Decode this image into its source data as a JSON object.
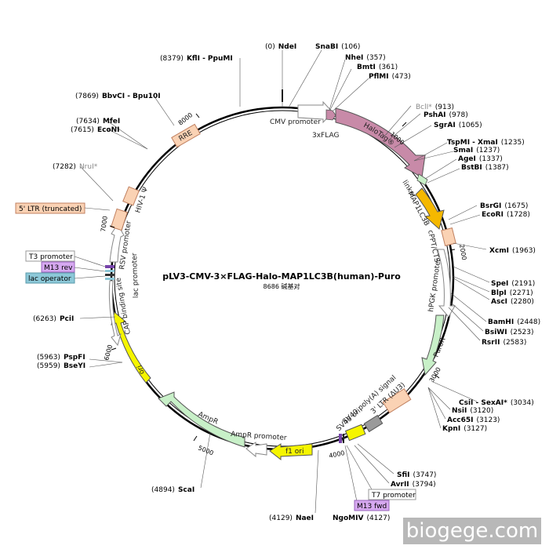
{
  "title": "pLV3-CMV-3×FLAG-Halo-MAP1LC3B(human)-Puro",
  "subtitle": "8686 碱基对",
  "watermark": "biogege.com",
  "colors": {
    "halo": "#c88aa8",
    "lc3": "#f5b800",
    "green": "#c8f0c8",
    "yellow": "#f5f500",
    "peach": "#fad2b4",
    "gray": "#9a9a9a",
    "lavender": "#d6a8f0",
    "teal": "#8cc8d8"
  },
  "ticks": [
    "1000",
    "2000",
    "3000",
    "4000",
    "5000",
    "6000",
    "7000",
    "8000"
  ],
  "features": [
    "CMV promoter",
    "3xFLAG",
    "HaloTag®",
    "linker",
    "MAP1LC3B",
    "cPPT/CTS",
    "hPGK promoter",
    "PuroR",
    "3' LTR (ΔU3)",
    "SV40 poly(A) signal",
    "SV40 ori",
    "f1 ori",
    "AmpR promoter",
    "AmpR",
    "ori",
    "CAP binding site",
    "lac promoter",
    "RSV promoter",
    "HIV-1 Ψ",
    "RRE"
  ],
  "sites": [
    {
      "name": "NdeI",
      "pos": "(0)"
    },
    {
      "name": "SnaBI",
      "pos": "(106)"
    },
    {
      "name": "NheI",
      "pos": "(357)"
    },
    {
      "name": "BmtI",
      "pos": "(361)"
    },
    {
      "name": "PflMI",
      "pos": "(473)"
    },
    {
      "name": "BclI*",
      "pos": "(913)"
    },
    {
      "name": "PshAI",
      "pos": "(978)"
    },
    {
      "name": "SgrAI",
      "pos": "(1065)"
    },
    {
      "name": "TspMI - XmaI",
      "pos": "(1235)"
    },
    {
      "name": "SmaI",
      "pos": "(1237)"
    },
    {
      "name": "AgeI",
      "pos": "(1337)"
    },
    {
      "name": "BstBI",
      "pos": "(1387)"
    },
    {
      "name": "BsrGI",
      "pos": "(1675)"
    },
    {
      "name": "EcoRI",
      "pos": "(1728)"
    },
    {
      "name": "XcmI",
      "pos": "(1963)"
    },
    {
      "name": "SpeI",
      "pos": "(2191)"
    },
    {
      "name": "BlpI",
      "pos": "(2271)"
    },
    {
      "name": "AscI",
      "pos": "(2280)"
    },
    {
      "name": "BamHI",
      "pos": "(2448)"
    },
    {
      "name": "BsiWI",
      "pos": "(2523)"
    },
    {
      "name": "RsrII",
      "pos": "(2583)"
    },
    {
      "name": "CsiI - SexAI*",
      "pos": "(3034)"
    },
    {
      "name": "NsiI",
      "pos": "(3120)"
    },
    {
      "name": "Acc65I",
      "pos": "(3123)"
    },
    {
      "name": "KpnI",
      "pos": "(3127)"
    },
    {
      "name": "SfiI",
      "pos": "(3747)"
    },
    {
      "name": "AvrII",
      "pos": "(3794)"
    },
    {
      "name": "NgoMIV",
      "pos": "(4127)"
    },
    {
      "name": "NaeI",
      "pos": "(4129)"
    },
    {
      "name": "ScaI",
      "pos": "(4894)"
    },
    {
      "name": "BseYI",
      "pos": "(5959)"
    },
    {
      "name": "PspFI",
      "pos": "(5963)"
    },
    {
      "name": "PciI",
      "pos": "(6263)"
    },
    {
      "name": "NruI*",
      "pos": "(7282)"
    },
    {
      "name": "EcoNI",
      "pos": "(7615)"
    },
    {
      "name": "MfeI",
      "pos": "(7634)"
    },
    {
      "name": "BbvCI - Bpu10I",
      "pos": "(7869)"
    },
    {
      "name": "KflI - PpuMI",
      "pos": "(8379)"
    }
  ],
  "primers": [
    "T7 promoter",
    "M13 fwd",
    "T3 promoter",
    "M13 rev",
    "lac operator",
    "5' LTR (truncated)"
  ]
}
